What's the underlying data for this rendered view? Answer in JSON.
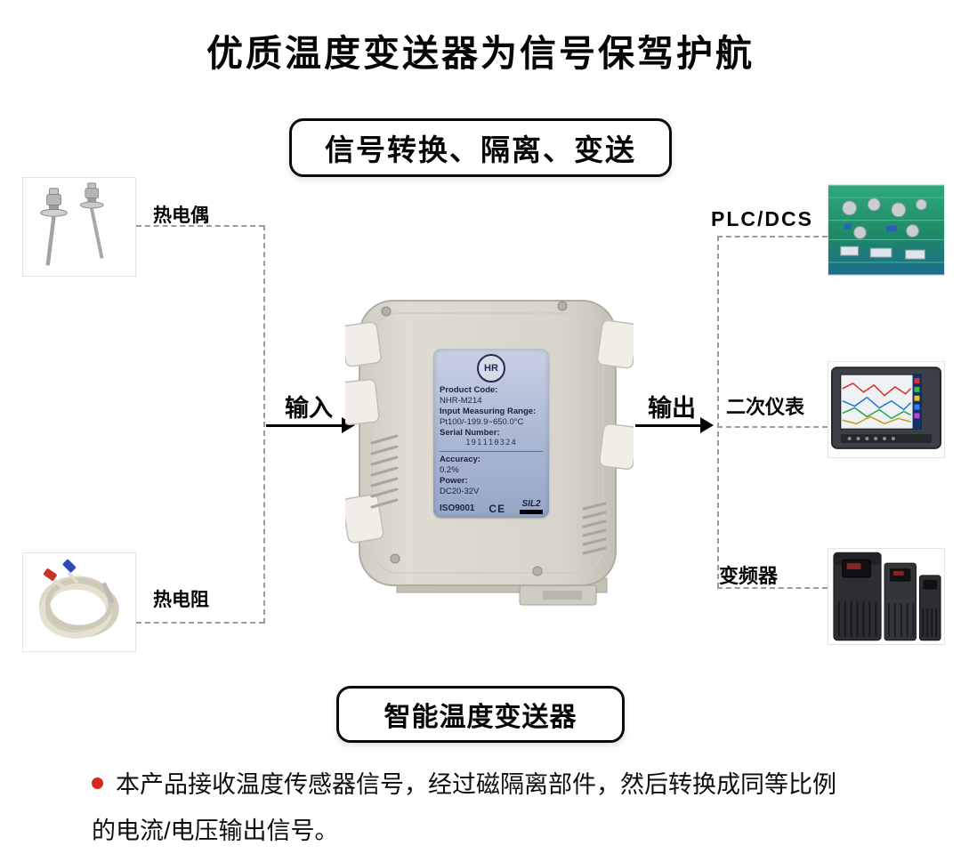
{
  "page": {
    "title": "优质温度变送器为信号保驾护航",
    "top_badge": "信号转换、隔离、变送",
    "bottom_badge": "智能温度变送器",
    "description": "本产品接收温度传感器信号，经过磁隔离部件，然后转换成同等比例的电流/电压输出信号。"
  },
  "flow": {
    "input_label": "输入",
    "output_label": "输出",
    "left_items": [
      {
        "label": "热电偶"
      },
      {
        "label": "热电阻"
      }
    ],
    "right_items": [
      {
        "label": "PLC/DCS"
      },
      {
        "label": "二次仪表"
      },
      {
        "label": "变频器"
      }
    ]
  },
  "device": {
    "logo": "HR",
    "label": {
      "product_code_title": "Product Code:",
      "product_code": "NHR-M214",
      "range_title": "Input Measuring Range:",
      "range": "Pt100/-199.9~650.0°C",
      "serial_title": "Serial Number:",
      "serial": "191110324",
      "accuracy_title": "Accuracy:",
      "accuracy": "0.2%",
      "power_title": "Power:",
      "power": "DC20-32V",
      "iso": "ISO9001",
      "ce": "CE",
      "sil": "SIL2"
    }
  },
  "colors": {
    "accent_red": "#d6281c",
    "label_blue": "#aab7d3",
    "device_gray": "#d8d6cd",
    "connector_gray": "#9b9b9b"
  }
}
